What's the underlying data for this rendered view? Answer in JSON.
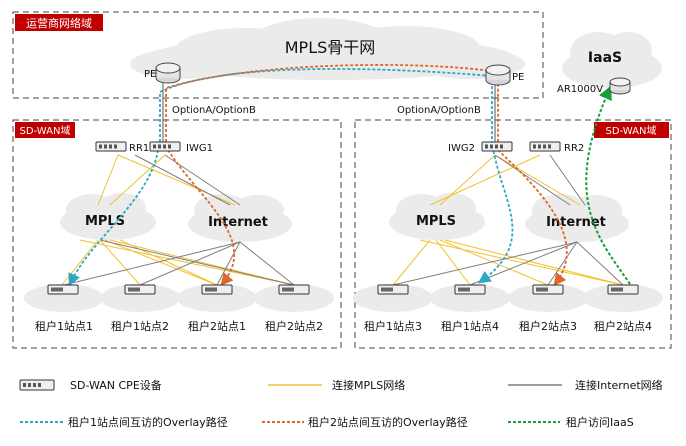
{
  "domains": {
    "carrier": "运营商网络域",
    "sdwan_left": "SD-WAN域",
    "sdwan_right": "SD-WAN域"
  },
  "clouds": {
    "mpls_backbone": "MPLS骨干网",
    "iaas": "IaaS",
    "mpls_left": "MPLS",
    "internet_left": "Internet",
    "mpls_right": "MPLS",
    "internet_right": "Internet"
  },
  "devices": {
    "pe_left": "PE",
    "pe_right": "PE",
    "option_left": "OptionA/OptionB",
    "option_right": "OptionA/OptionB",
    "rr1": "RR1",
    "iwg1": "IWG1",
    "iwg2": "IWG2",
    "rr2": "RR2",
    "ar1000v": "AR1000V"
  },
  "sites": [
    "租户1站点1",
    "租户1站点2",
    "租户2站点1",
    "租户2站点2",
    "租户1站点3",
    "租户1站点4",
    "租户2站点3",
    "租户2站点4"
  ],
  "legend": {
    "cpe": "SD-WAN CPE设备",
    "mpls_link": "连接MPLS网络",
    "internet_link": "连接Internet网络",
    "tenant1_overlay": "租户1站点间互访的Overlay路径",
    "tenant2_overlay": "租户2站点间互访的Overlay路径",
    "tenant_iaas": "租户访问IaaS"
  },
  "colors": {
    "domain_tag": "#c00000",
    "mpls_link": "#f2c12e",
    "internet_link": "#7f7f7f",
    "tenant1_overlay": "#2aa8c4",
    "tenant2_overlay": "#e0662a",
    "tenant_iaas": "#1a9e3a",
    "cloud": "#e9e9e9"
  }
}
